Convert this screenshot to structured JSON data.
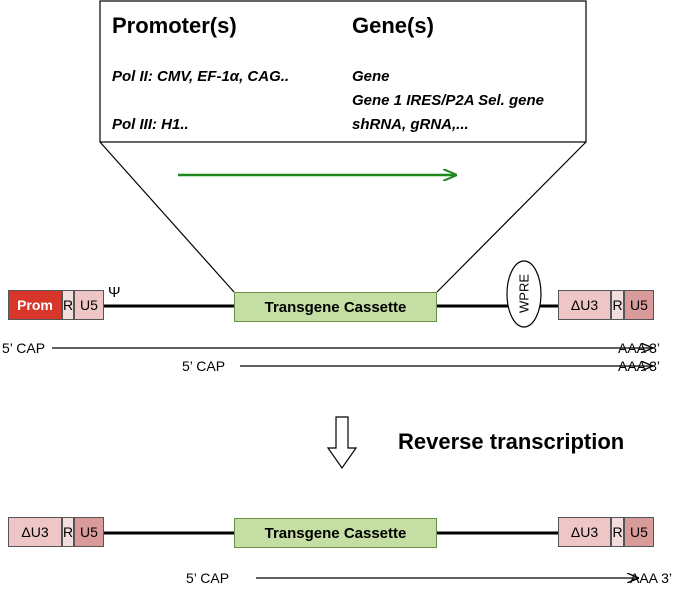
{
  "header": {
    "promoters_title": "Promoter(s)",
    "genes_title": "Gene(s)",
    "pol2": "Pol II: CMV, EF-1α, CAG..",
    "pol3": "Pol III: H1..",
    "gene_1": "Gene",
    "gene_2": "Gene 1 IRES/P2A Sel. gene",
    "gene_3": "shRNA, gRNA,..."
  },
  "construct": {
    "prom": "Prom",
    "r": "R",
    "u5": "U5",
    "psi": "Ψ",
    "cassette": "Transgene Cassette",
    "wpre": "WPRE",
    "du3": "ΔU3",
    "r_right": "R",
    "u5_right": "U5"
  },
  "transcripts": {
    "cap1": "5’ CAP",
    "aaa1": "AAA 3’",
    "cap2": "5’ CAP",
    "aaa2": "AAA 3’"
  },
  "reverse_transcription": "Reverse transcription",
  "provirus": {
    "du3_left": "ΔU3",
    "r_left": "R",
    "u5_left": "U5",
    "cassette": "Transgene Cassette",
    "du3_right": "ΔU3",
    "r_right": "R",
    "u5_right": "U5"
  },
  "provirus_transcript": {
    "cap": "5’ CAP",
    "aaa": "AAA 3’"
  },
  "colors": {
    "prom": "#d9362b",
    "r": "#f2dede",
    "u5": "#d99a9a",
    "du3": "#efc6c6",
    "cassette": "#c4dea3",
    "green_arrow": "#1e8a1e"
  }
}
